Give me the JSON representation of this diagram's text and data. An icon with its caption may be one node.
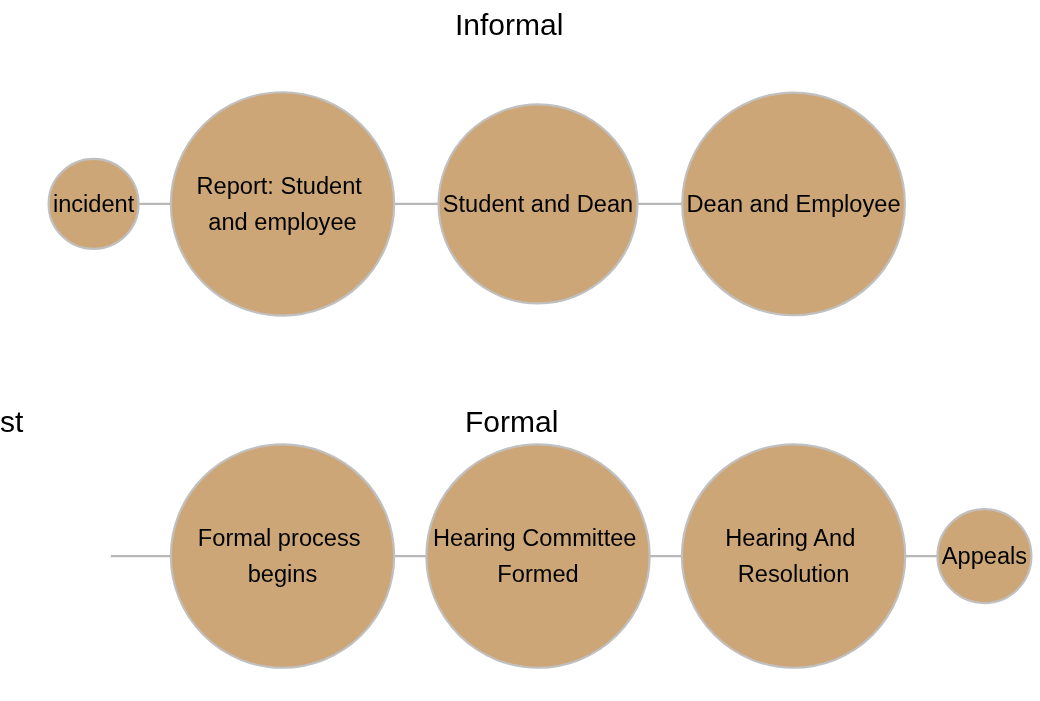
{
  "diagram": {
    "nodes": [
      {
        "text": [
          "incident"
        ]
      },
      {
        "text": [
          "Report: Student and employee"
        ]
      },
      {
        "text": [
          "Student and Dean"
        ]
      },
      {
        "text": [
          "Dean and Employee"
        ]
      },
      {
        "text": [
          "Formal process begins"
        ]
      },
      {
        "text": [
          "Hearing Committee Formed"
        ]
      },
      {
        "text": [
          "Hearing And Resolution"
        ]
      },
      {
        "text": [
          "Appeals"
        ]
      }
    ],
    "edges": [
      {
        "from": 0,
        "to": 1,
        "arrow": "none"
      },
      {
        "from": 1,
        "to": 2,
        "arrow": "none"
      },
      {
        "from": 2,
        "to": 3,
        "arrow": "none"
      },
      {
        "from": null,
        "to": 4,
        "arrow": "none"
      },
      {
        "from": 4,
        "to": 5,
        "arrow": "none"
      },
      {
        "from": 5,
        "to": 6,
        "arrow": "none"
      },
      {
        "from": 6,
        "to": 7,
        "arrow": "none"
      }
    ],
    "labels": [
      "Informal",
      "st",
      "Formal"
    ]
  }
}
